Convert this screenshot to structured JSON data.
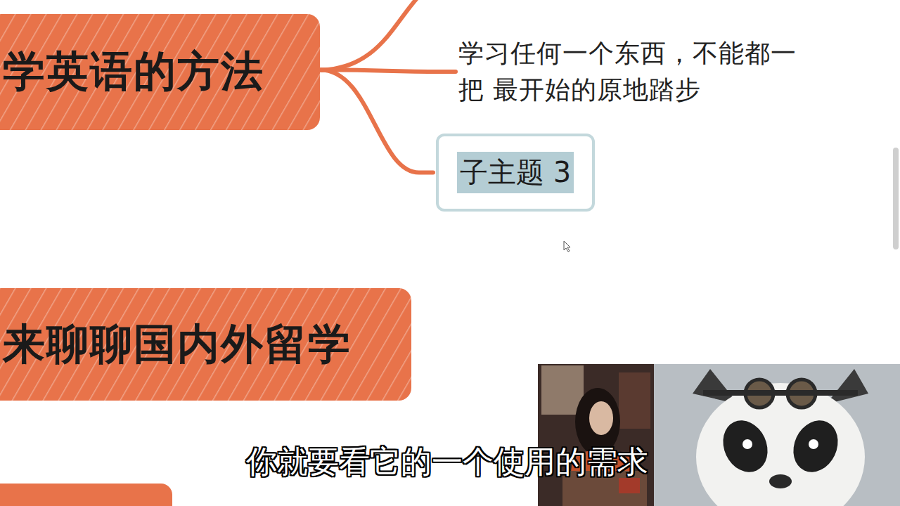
{
  "diagram": {
    "nodes": [
      {
        "text": [
          "学英语的方法"
        ]
      },
      {
        "text": [
          "学习任何一个东西，不能都一把 最开始的原地踏步"
        ]
      },
      {
        "text": [
          "子主题 3"
        ]
      },
      {
        "text": [
          "来聊聊国内外留学"
        ]
      }
    ],
    "edges": [
      {
        "from": 0,
        "to": 1,
        "arrow": "none"
      },
      {
        "from": 0,
        "to": 2,
        "arrow": "none"
      }
    ],
    "labels": [
      "你就要看它的一个使用的需求"
    ]
  }
}
